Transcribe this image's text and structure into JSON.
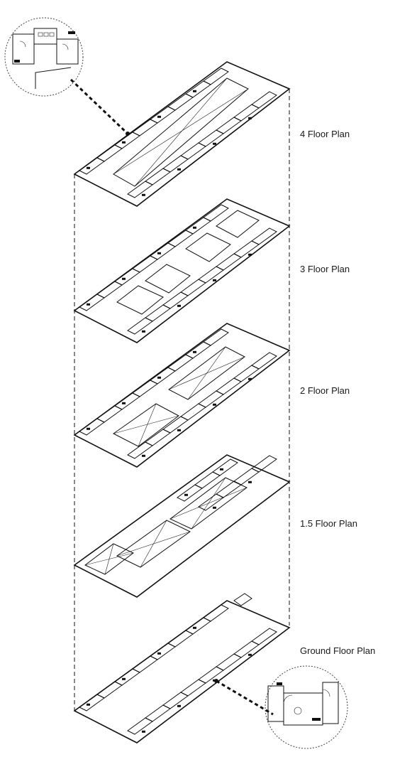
{
  "labels": {
    "floor_4": "4 Floor Plan",
    "floor_3": "3 Floor Plan",
    "floor_2": "2 Floor Plan",
    "floor_1_5": "1.5 Floor Plan",
    "ground": "Ground Floor Plan"
  }
}
